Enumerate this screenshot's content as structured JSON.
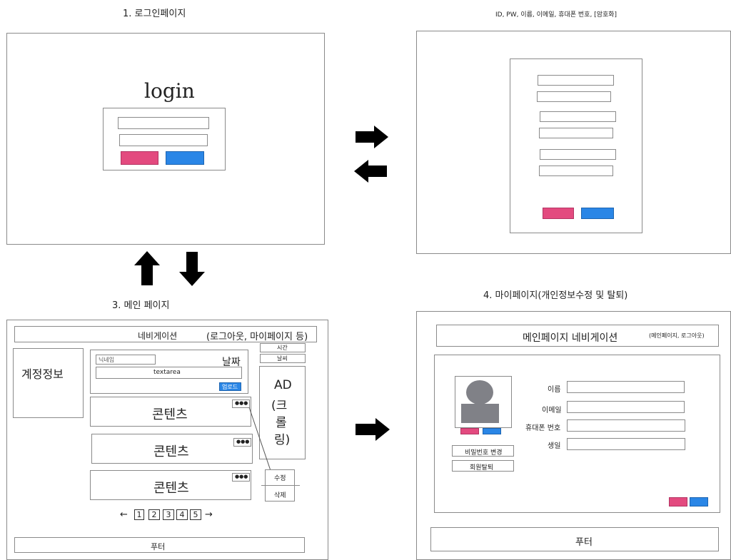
{
  "colors": {
    "pink": "#e34a7f",
    "blue": "#2a86e6",
    "line": "#8a8a8a",
    "arrow": "#000000",
    "avatar": "#808187"
  },
  "sections": {
    "login": {
      "title": "1. 로그인페이지",
      "heading": "login"
    },
    "signup": {
      "title": "ID, PW, 이름, 이메일, 휴대폰 번호, [암호화]"
    },
    "main": {
      "title": "3. 메인 페이지",
      "nav": "네비게이션",
      "nav_note": "(로그아웃, 마이페이지 등)",
      "account": "계정정보",
      "nickname": "닉네임",
      "date": "날짜",
      "textarea": "textarea",
      "upload": "업로드",
      "time": "시간",
      "weather": "날씨",
      "ad": [
        "AD",
        "(크",
        "롤",
        "링)"
      ],
      "contents": [
        "콘텐츠",
        "콘텐츠",
        "콘텐츠"
      ],
      "more": "●●●",
      "edit": "수정",
      "delete": "삭제",
      "pagination": {
        "prev": "←",
        "pages": [
          "1",
          "2",
          "3",
          "4",
          "5"
        ],
        "next": "→"
      },
      "footer": "푸터"
    },
    "mypage": {
      "title": "4. 마이페이지(개인정보수정 및 탈퇴)",
      "nav": "메인페이지 네비게이션",
      "nav_note": "(메인페이지, 로그아웃)",
      "fields": [
        "이름",
        "이메일",
        "휴대폰 번호",
        "생일"
      ],
      "change_password": "비밀번호 변경",
      "withdraw": "회원탈퇴",
      "footer": "푸터"
    }
  },
  "arrows": [
    "arrow-right",
    "arrow-left",
    "arrow-up",
    "arrow-down",
    "arrow-right"
  ]
}
